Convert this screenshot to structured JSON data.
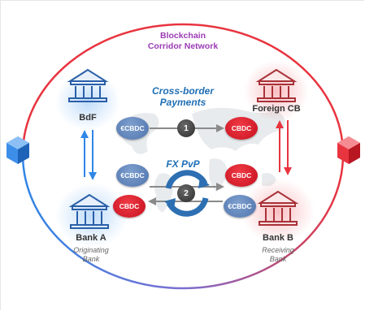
{
  "title_line1": "Blockchain",
  "title_line2": "Corridor Network",
  "process_line1": "Cross-border",
  "process_line2": "Payments",
  "fx_label": "FX PvP",
  "nodes": {
    "bdf": {
      "name": "BdF"
    },
    "foreign_cb": {
      "name": "Foreign CB"
    },
    "bank_a": {
      "name": "Bank A",
      "sub1": "Originating",
      "sub2": "Bank"
    },
    "bank_b": {
      "name": "Bank B",
      "sub1": "Receiving",
      "sub2": "Bank"
    }
  },
  "coins": {
    "ecbdc": "€CBDC",
    "cbdc": "CBDC"
  },
  "steps": [
    "1",
    "2"
  ],
  "colors": {
    "blue": "#2f86e6",
    "red": "#e8343f",
    "purple": "#9b3bb5",
    "process_blue": "#1f6fb5"
  },
  "icons": [
    "bank-building-icon",
    "blockchain-cube-icon",
    "exchange-cycle-icon"
  ]
}
